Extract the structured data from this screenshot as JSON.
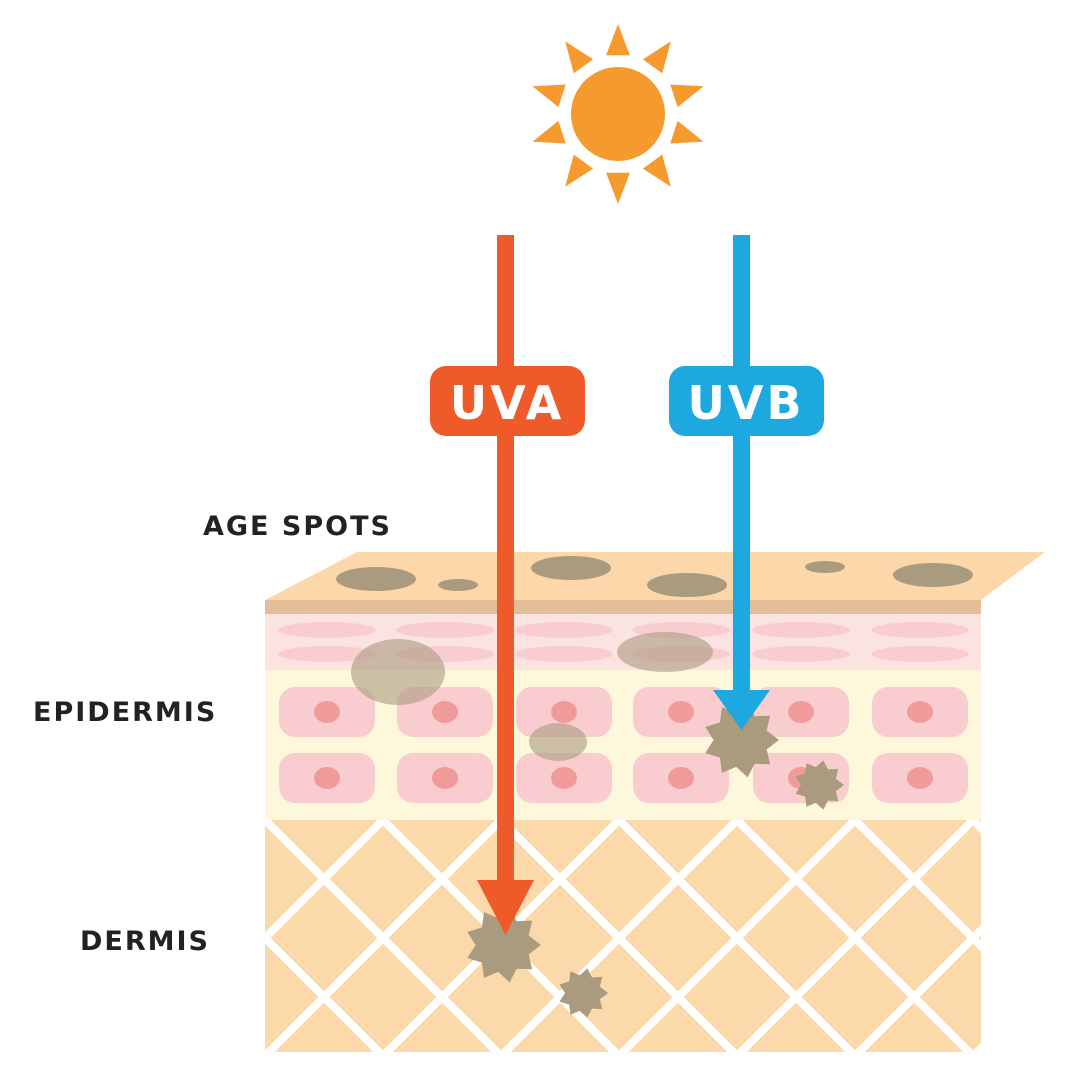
{
  "labels": {
    "uva": "UVA",
    "uvb": "UVB",
    "age_spots": "AGE SPOTS",
    "epidermis": "EPIDERMIS",
    "dermis": "DERMIS"
  },
  "colors": {
    "sun": "#F59A2F",
    "uva": "#EE5A2A",
    "uvb": "#1DA8E0",
    "skin_surface": "#FCD7A9",
    "skin_band": "#E3BD9A",
    "upper_epidermis": "#FBE3E1",
    "lower_epidermis": "#FDF8DC",
    "cell": "#F9CDCF",
    "nucleus": "#F19A9A",
    "dermis": "#FCD9AA",
    "spot": "#AA9A7E",
    "label_text": "#222222"
  },
  "icons": {
    "sun": "sun-icon",
    "uva_arrow": "arrow-down-icon",
    "uvb_arrow": "arrow-down-icon"
  }
}
